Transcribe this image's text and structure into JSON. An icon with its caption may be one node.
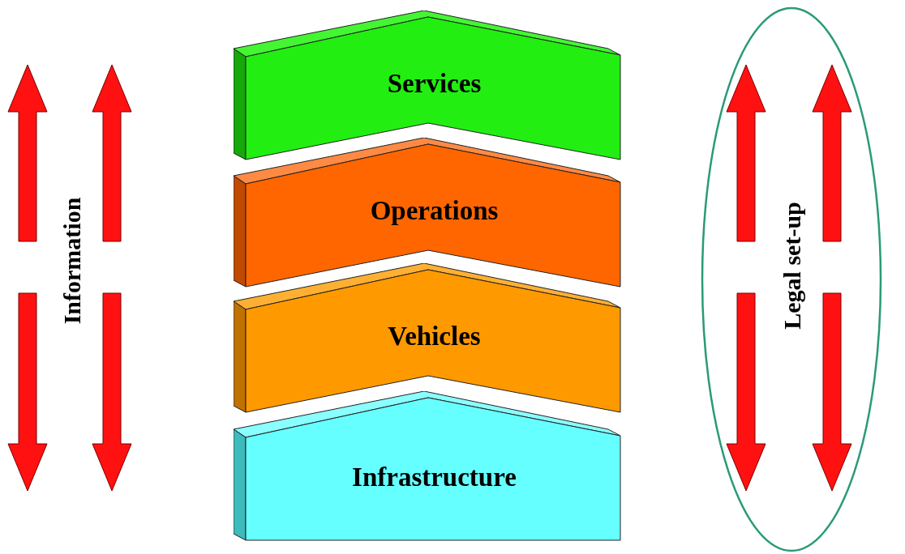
{
  "diagram": {
    "nodes": [
      {
        "text": [
          "Services"
        ]
      },
      {
        "text": [
          "Operations"
        ]
      },
      {
        "text": [
          "Vehicles"
        ]
      },
      {
        "text": [
          "Infrastructure"
        ]
      },
      {
        "text": [
          "Legal set-up"
        ]
      }
    ],
    "labels": [
      "Information"
    ]
  }
}
